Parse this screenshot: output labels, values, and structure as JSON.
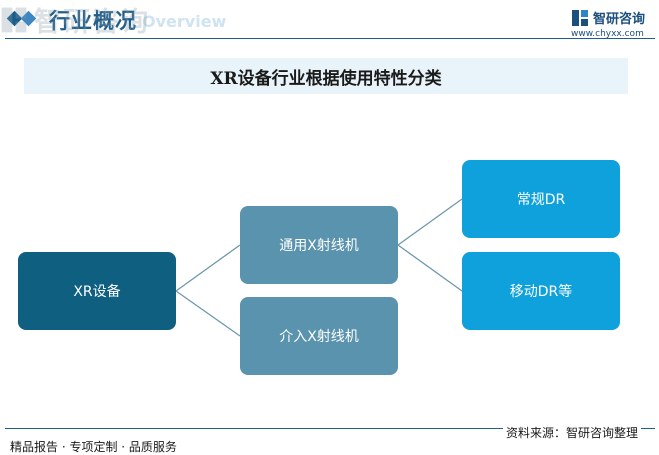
{
  "header": {
    "title": "行业概况",
    "subtitle_en": "Overview",
    "logo_text": "智研咨询",
    "logo_url": "www.chyxx.com"
  },
  "banner": {
    "title": "XR设备行业根据使用特性分类"
  },
  "diagram": {
    "root": {
      "label": "XR设备"
    },
    "children": [
      {
        "label": "通用X射线机",
        "children": [
          {
            "label": "常规DR"
          },
          {
            "label": "移动DR等"
          }
        ]
      },
      {
        "label": "介入X射线机"
      }
    ]
  },
  "watermark": {
    "text": "智研咨询"
  },
  "footer": {
    "left": "精品报告 · 专项定制 · 品质服务",
    "right": "资料来源：智研咨询整理"
  },
  "colors": {
    "root": "#0e5f80",
    "mid": "#5a93ad",
    "leaf": "#0fa1dc",
    "accent": "#1f5d8b"
  }
}
